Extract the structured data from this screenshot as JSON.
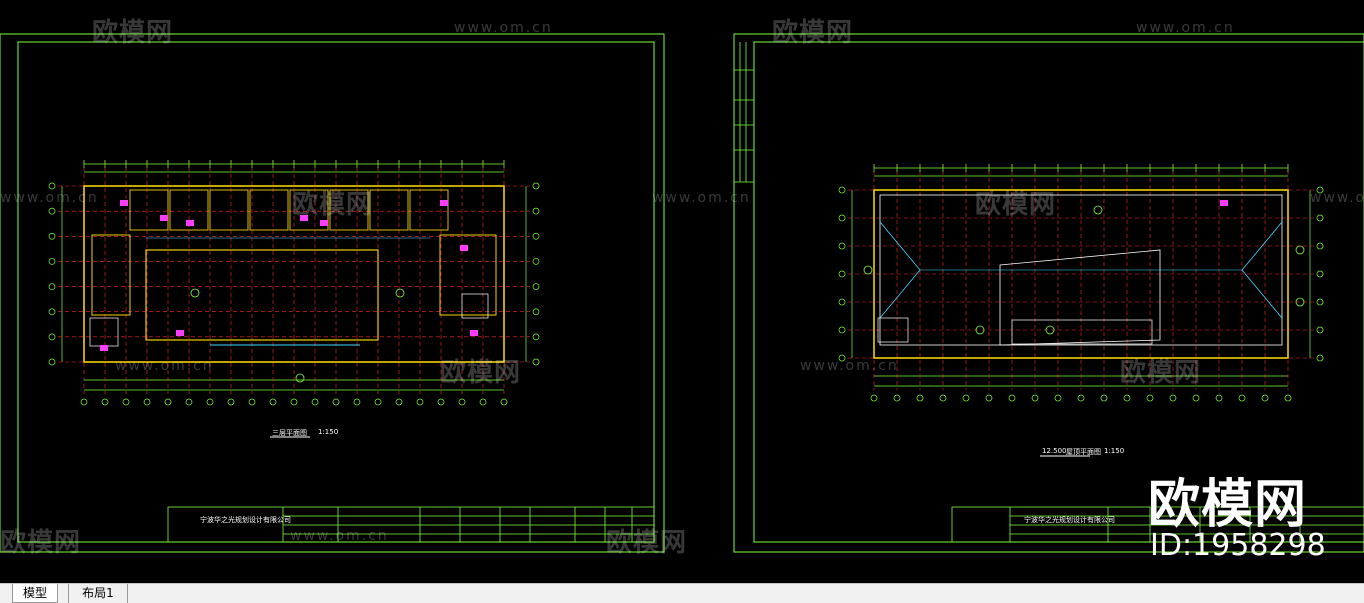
{
  "tabs": [
    {
      "label": "模型",
      "active": true
    },
    {
      "label": "布局1",
      "active": false
    }
  ],
  "watermark": {
    "brand": "欧模网",
    "url": "www.om.cn",
    "id_text": "ID:1958298"
  },
  "sheet_left": {
    "plan_title": "三层平面图",
    "scale": "1:150",
    "company": "宁波华之光规划设计有限公司"
  },
  "sheet_right": {
    "plan_title": "屋顶平面图",
    "scale": "1:150",
    "elevation_note": "12.500",
    "company": "宁波华之光规划设计有限公司"
  },
  "colors": {
    "background": "#000000",
    "frame": "#7dff3a",
    "grid_dash": "#ff2a2a",
    "wall": "#f5d000",
    "axis": "#ffffff",
    "accent_magenta": "#ff3cff",
    "accent_cyan": "#3fd7ff"
  }
}
